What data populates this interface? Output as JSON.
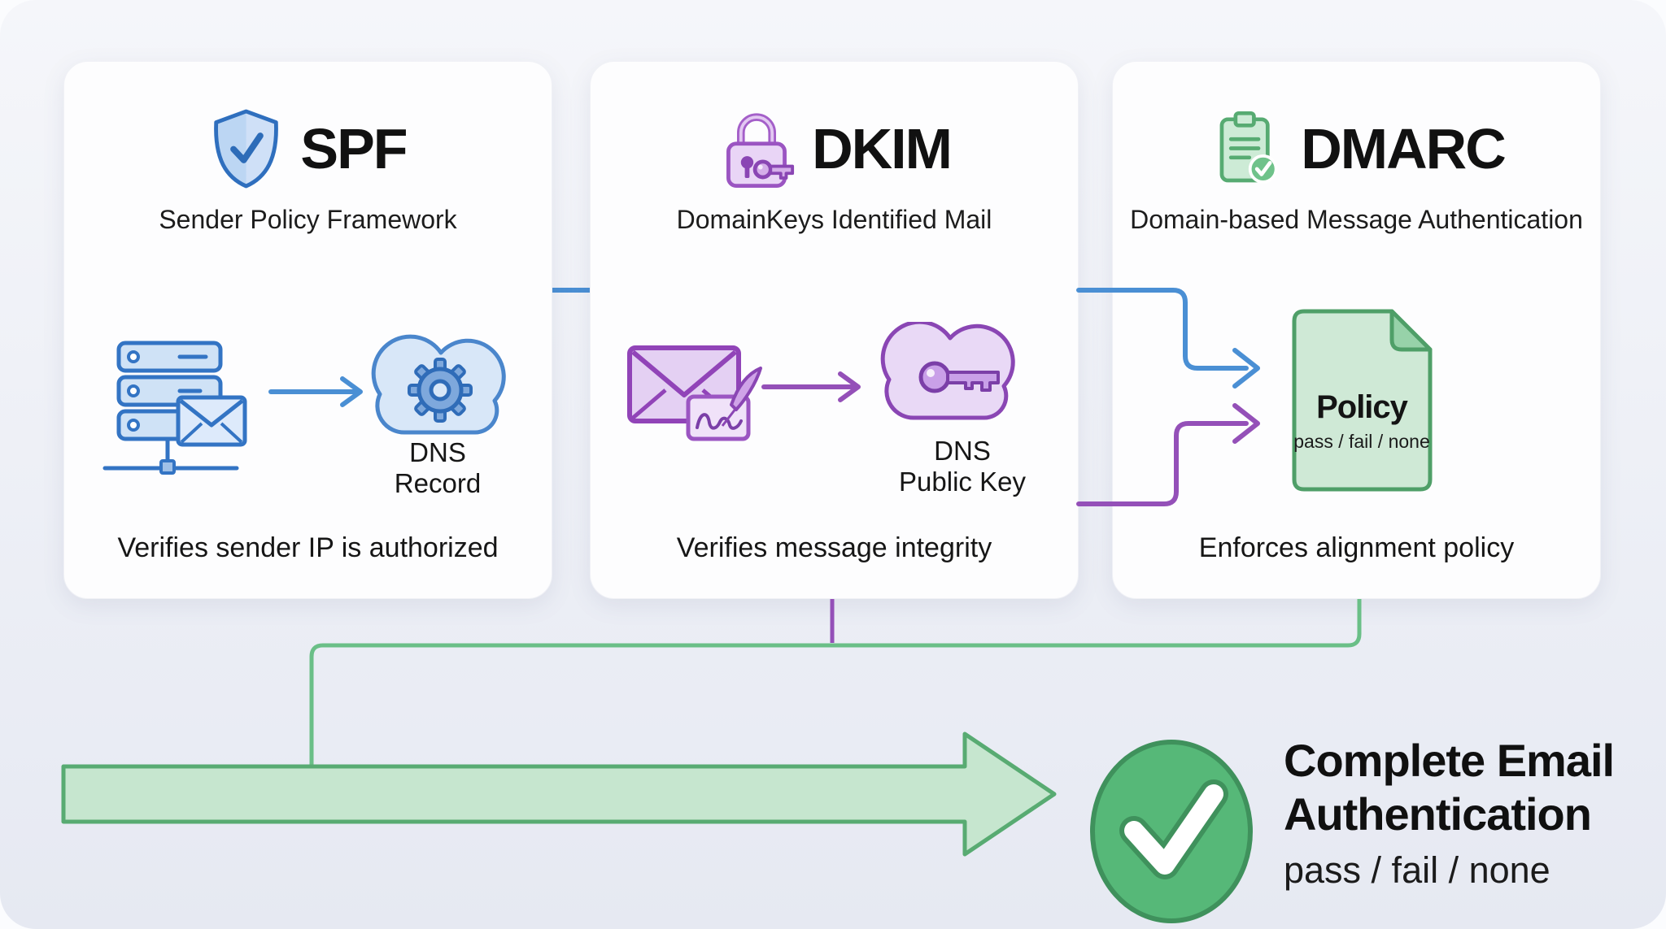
{
  "cards": [
    {
      "id": "spf",
      "title": "SPF",
      "subtitle": "Sender Policy Framework",
      "caption": "Verifies sender IP is authorized",
      "icon": "shield-check-icon",
      "accent": "#3b7cc9",
      "cloud_label_line1": "DNS",
      "cloud_label_line2": "Record"
    },
    {
      "id": "dkim",
      "title": "DKIM",
      "subtitle": "DomainKeys Identified Mail",
      "caption": "Verifies message integrity",
      "icon": "padlock-key-icon",
      "accent": "#9b59c0",
      "cloud_label_line1": "DNS",
      "cloud_label_line2": "Public Key"
    },
    {
      "id": "dmarc",
      "title": "DMARC",
      "subtitle": "Domain-based Message Authentication",
      "caption": "Enforces alignment policy",
      "icon": "clipboard-check-icon",
      "accent": "#4f9f68",
      "policy_title": "Policy",
      "policy_options": "pass / fail / none"
    }
  ],
  "result": {
    "icon": "check-circle-icon",
    "title_line1": "Complete Email",
    "title_line2": "Authentication",
    "options": "pass / fail / none"
  },
  "colors": {
    "spf_blue": "#4a8fd4",
    "dkim_purple": "#9450b8",
    "dmarc_green": "#58ab72"
  }
}
